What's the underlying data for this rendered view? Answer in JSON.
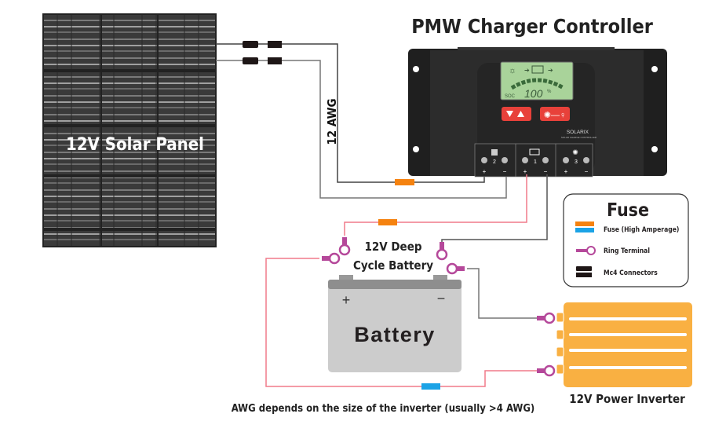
{
  "title": "PMW Charger Controller",
  "solar_panel": {
    "label": "12V Solar Panel"
  },
  "wire_gauge_label": "12 AWG",
  "controller": {
    "brand": "SOLARIX",
    "subtitle": "SOLAR CHARGE CONTROLLER",
    "display_value": "100",
    "display_unit": "%",
    "display_prefix": "SOC",
    "terminals": [
      {
        "number": "2",
        "icon": "solar-panel-icon"
      },
      {
        "number": "1",
        "icon": "battery-icon"
      },
      {
        "number": "3",
        "icon": "lamp-icon"
      }
    ],
    "plus": "+",
    "minus": "−"
  },
  "battery": {
    "caption_line1": "12V Deep",
    "caption_line2": "Cycle Battery",
    "label": "Battery",
    "plus": "+",
    "minus": "−"
  },
  "inverter": {
    "label": "12V Power Inverter"
  },
  "footnote": "AWG depends on the size of the inverter (usually >4 AWG)",
  "legend": {
    "title": "Fuse",
    "items": [
      {
        "label": "Fuse (High Amperage)",
        "icon": "fuse-icon"
      },
      {
        "label": "Ring Terminal",
        "icon": "ring-terminal-icon"
      },
      {
        "label": "Mc4 Connectors",
        "icon": "mc4-connector-icon"
      }
    ]
  },
  "colors": {
    "fuse_orange": "#f5820f",
    "fuse_blue": "#1ba3e6",
    "ring_terminal": "#b5489a",
    "positive_wire": "#f07a8a",
    "negative_wire": "#555555",
    "inverter": "#f9b042",
    "battery": "#cccccc",
    "controller": "#2a2a2a",
    "lcd": "#a9d39a",
    "button_red": "#e8413a"
  }
}
